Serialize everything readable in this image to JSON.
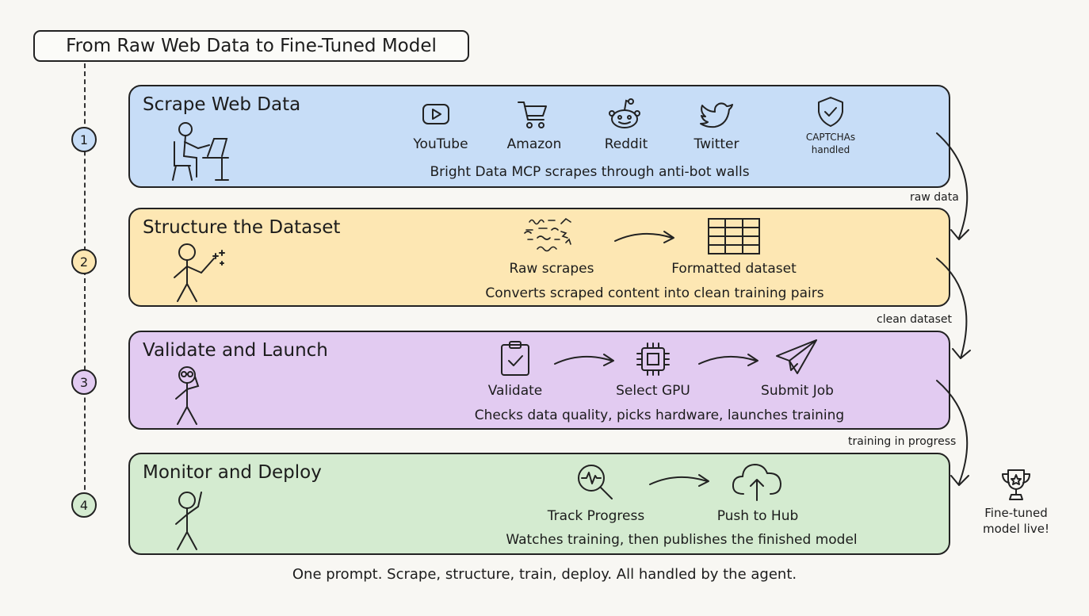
{
  "title": "From Raw Web Data to Fine-Tuned Model",
  "colors": {
    "blue": "#c7ddf7",
    "yellow": "#fde7b3",
    "purple": "#e2cbf1",
    "green": "#d4ebd0",
    "ink": "#222222",
    "circle_blue": "#c7ddf7",
    "circle_yellow": "#fde7b3",
    "circle_purple": "#e2cbf1",
    "circle_green": "#d4ebd0"
  },
  "steps": [
    {
      "number": "1",
      "title": "Scrape Web Data",
      "caption": "Bright Data MCP scrapes through anti-bot walls",
      "items": [
        {
          "label": "YouTube",
          "icon": "youtube-icon"
        },
        {
          "label": "Amazon",
          "icon": "cart-icon"
        },
        {
          "label": "Reddit",
          "icon": "reddit-icon"
        },
        {
          "label": "Twitter",
          "icon": "twitter-icon"
        },
        {
          "label": "CAPTCHAs handled",
          "icon": "shield-check-icon"
        }
      ]
    },
    {
      "number": "2",
      "title": "Structure the Dataset",
      "caption": "Converts scraped content into clean training pairs",
      "items": [
        {
          "label": "Raw scrapes",
          "icon": "scribble-icon"
        },
        {
          "label": "Formatted dataset",
          "icon": "table-icon"
        }
      ]
    },
    {
      "number": "3",
      "title": "Validate and Launch",
      "caption": "Checks data quality, picks hardware, launches training",
      "items": [
        {
          "label": "Validate",
          "icon": "clipboard-check-icon"
        },
        {
          "label": "Select GPU",
          "icon": "chip-icon"
        },
        {
          "label": "Submit Job",
          "icon": "paper-plane-icon"
        }
      ]
    },
    {
      "number": "4",
      "title": "Monitor and Deploy",
      "caption": "Watches training, then publishes the finished model",
      "items": [
        {
          "label": "Track Progress",
          "icon": "magnifier-pulse-icon"
        },
        {
          "label": "Push to Hub",
          "icon": "cloud-upload-icon"
        }
      ]
    }
  ],
  "connectors": [
    "raw data",
    "clean dataset",
    "training in progress"
  ],
  "result": {
    "label": "Fine-tuned model live!",
    "icon": "trophy-icon"
  },
  "footer": "One prompt. Scrape, structure, train, deploy. All handled by the agent."
}
